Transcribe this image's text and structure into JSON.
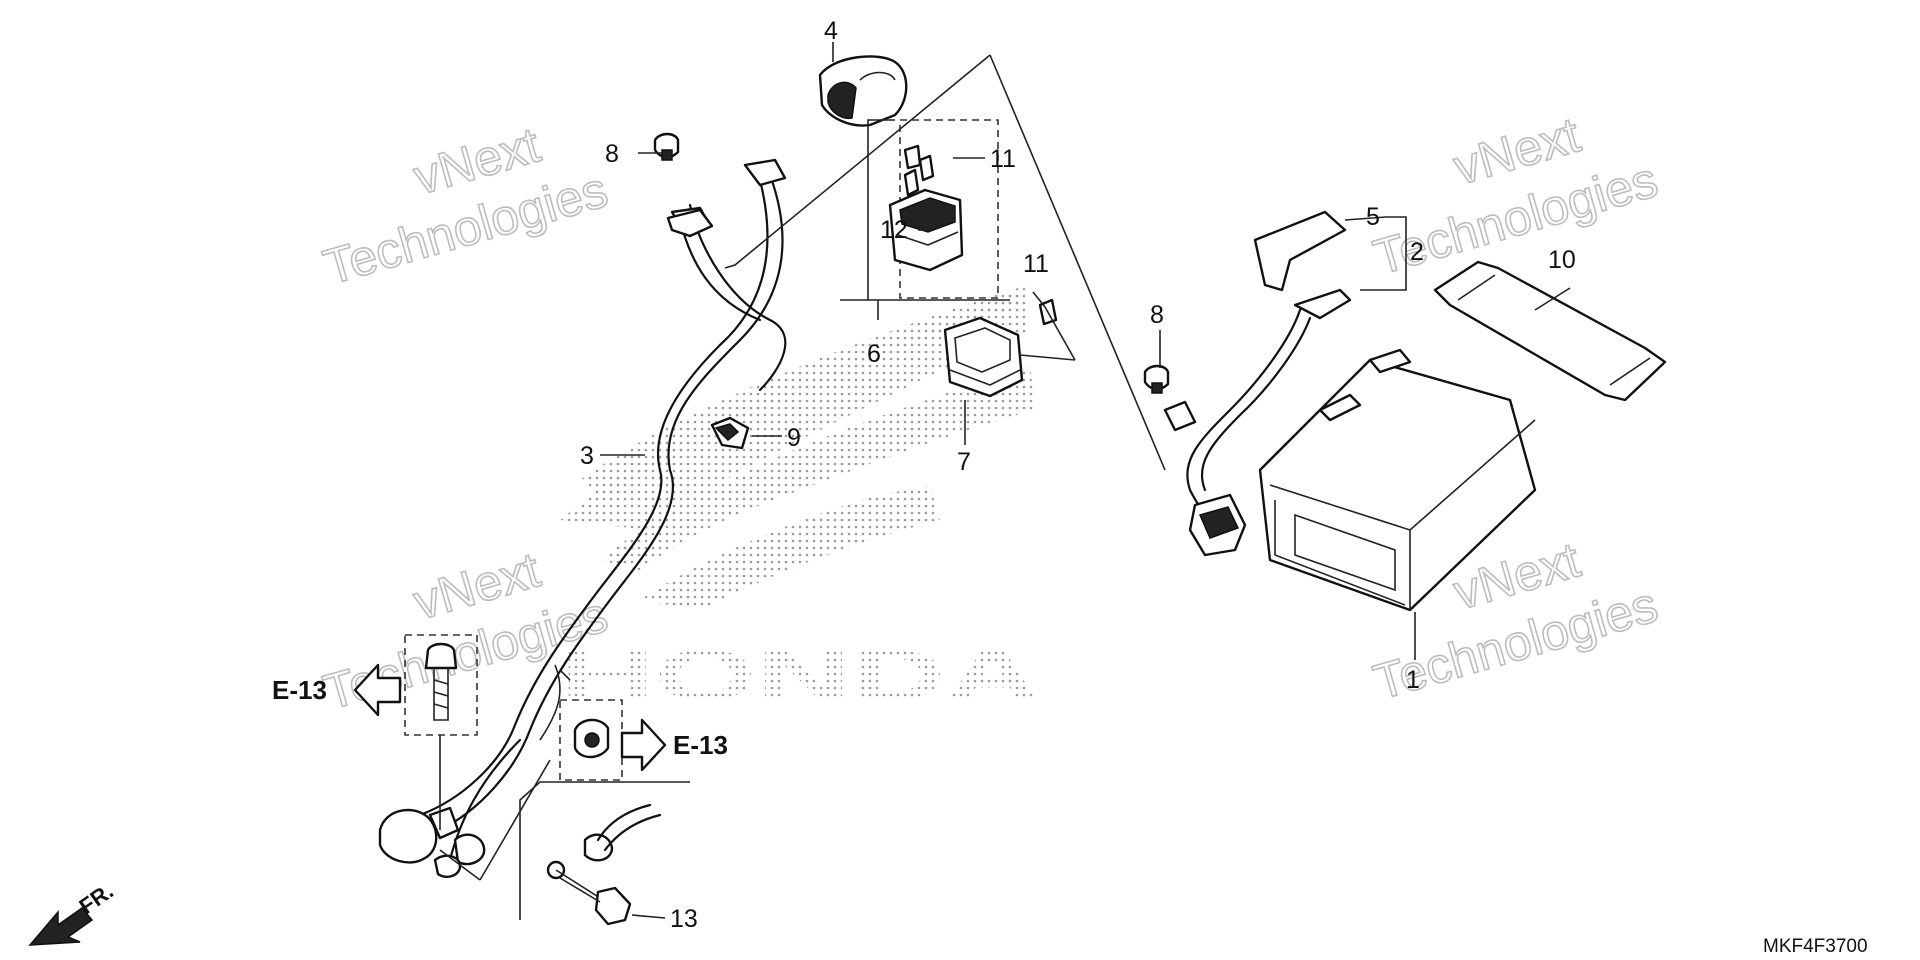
{
  "diagram": {
    "code": "MKF4F3700",
    "logo_text": "HONDA",
    "front_label": "FR.",
    "references": {
      "left": "E-13",
      "right": "E-13"
    },
    "watermark": {
      "line1": "vNext",
      "line2": "Technologies"
    },
    "callouts": {
      "c1": "1",
      "c2": "2",
      "c3": "3",
      "c4": "4",
      "c5": "5",
      "c6": "6",
      "c7": "7",
      "c8a": "8",
      "c8b": "8",
      "c9": "9",
      "c10": "10",
      "c11a": "11",
      "c11b": "11",
      "c12": "12",
      "c13": "13"
    }
  }
}
